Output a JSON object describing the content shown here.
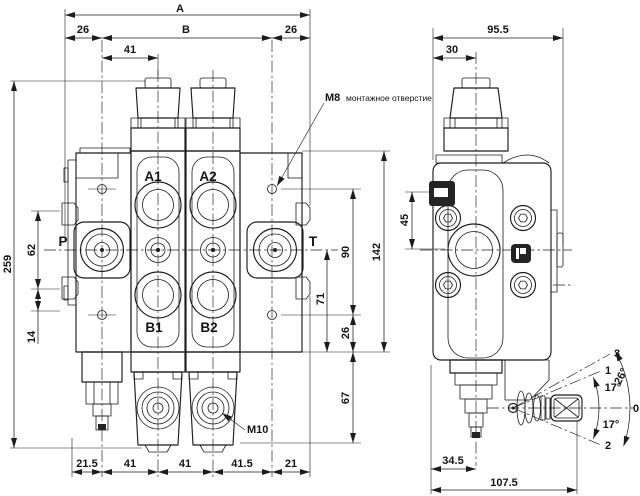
{
  "style": {
    "ink": "#1c1c1c",
    "paper": "#ffffff"
  },
  "front": {
    "ports": {
      "p": "P",
      "t": "T",
      "a1": "A1",
      "a2": "A2",
      "b1": "B1",
      "b2": "B2"
    },
    "dims": {
      "overall_width": "A",
      "center_span": "B",
      "left_offset": "26",
      "right_offset": "26",
      "cap_pitch": "41",
      "overall_height": "259",
      "inlet_bolt_span": "62",
      "lower_step": "14",
      "hole_span": "90",
      "t_port_height": "71",
      "plate_height": "142",
      "hole_to_base": "26",
      "base_to_tip": "67",
      "bottom_edge_to_p": "21.5",
      "bottom_p_to_s1": "41",
      "bottom_s1_to_s2": "41",
      "bottom_s2_to_t": "41.5",
      "bottom_t_to_edge": "21"
    },
    "callouts": {
      "m8": "M8",
      "m8_note": "монтажное отверстие",
      "m10": "M10"
    }
  },
  "side": {
    "dims": {
      "overall_width": "95.5",
      "cap_offset": "30",
      "bolt_span": "45",
      "stem_offset": "34.5",
      "overall_length": "107.5"
    },
    "lever": {
      "pos_float": "3",
      "pos_up": "1",
      "pos_neutral": "0",
      "pos_down": "2",
      "angle_float": "26°",
      "angle_up": "17°",
      "angle_down": "17°"
    }
  }
}
